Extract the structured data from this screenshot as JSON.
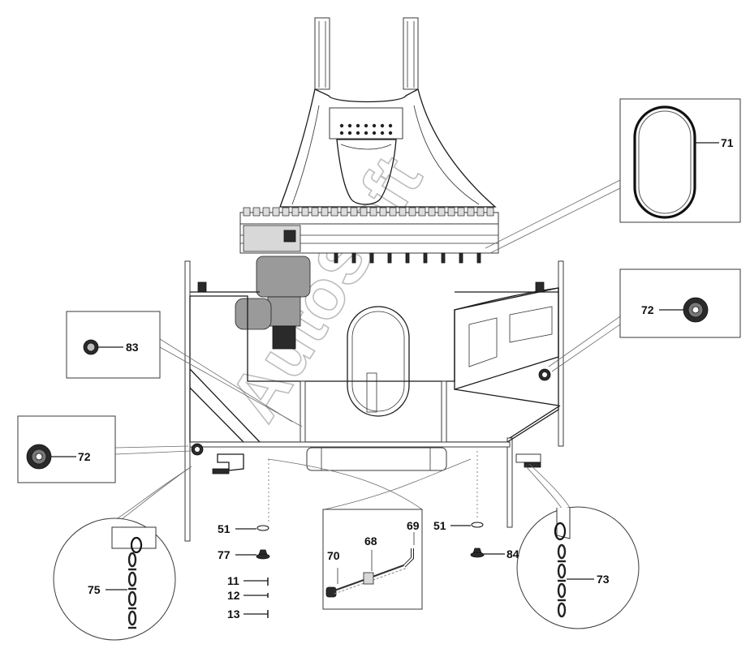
{
  "watermark": "AutoSoft",
  "callouts": {
    "c71": "71",
    "c72_right": "72",
    "c83": "83",
    "c72_left": "72",
    "c51_left": "51",
    "c77": "77",
    "c11": "11",
    "c12": "12",
    "c13": "13",
    "c75": "75",
    "c70": "70",
    "c68": "68",
    "c69": "69",
    "c51_right": "51",
    "c84": "84",
    "c73": "73"
  }
}
